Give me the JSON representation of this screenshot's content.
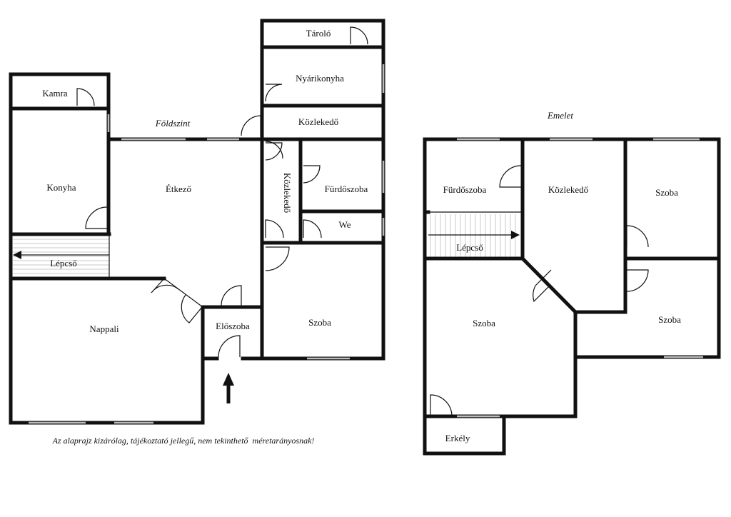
{
  "floors": {
    "ground": "Földszint",
    "upper": "Emelet"
  },
  "rooms": {
    "taroló": "Tároló",
    "nyarikonyha": "Nyárikonyha",
    "kozlekedo_top": "Közlekedő",
    "kamra": "Kamra",
    "konyha": "Konyha",
    "etkezo": "Étkező",
    "kozlekedo_vertical": "Közlekedő",
    "furdoszoba_ground": "Fürdőszoba",
    "we": "We",
    "lepcso_ground": "Lépcső",
    "nappali": "Nappali",
    "eloszoba": "Előszoba",
    "szoba_ground": "Szoba",
    "furdoszoba_upper": "Fürdőszoba",
    "kozlekedo_upper": "Közlekedő",
    "szoba_upper_right_top": "Szoba",
    "lepcso_upper": "Lépcső",
    "szoba_upper_big": "Szoba",
    "szoba_upper_right_bottom": "Szoba",
    "erkely": "Erkély"
  },
  "disclaimer": "Az alaprajz kizárólag, tájékoztató jellegű, nem tekinthető  méretarányosnak!"
}
